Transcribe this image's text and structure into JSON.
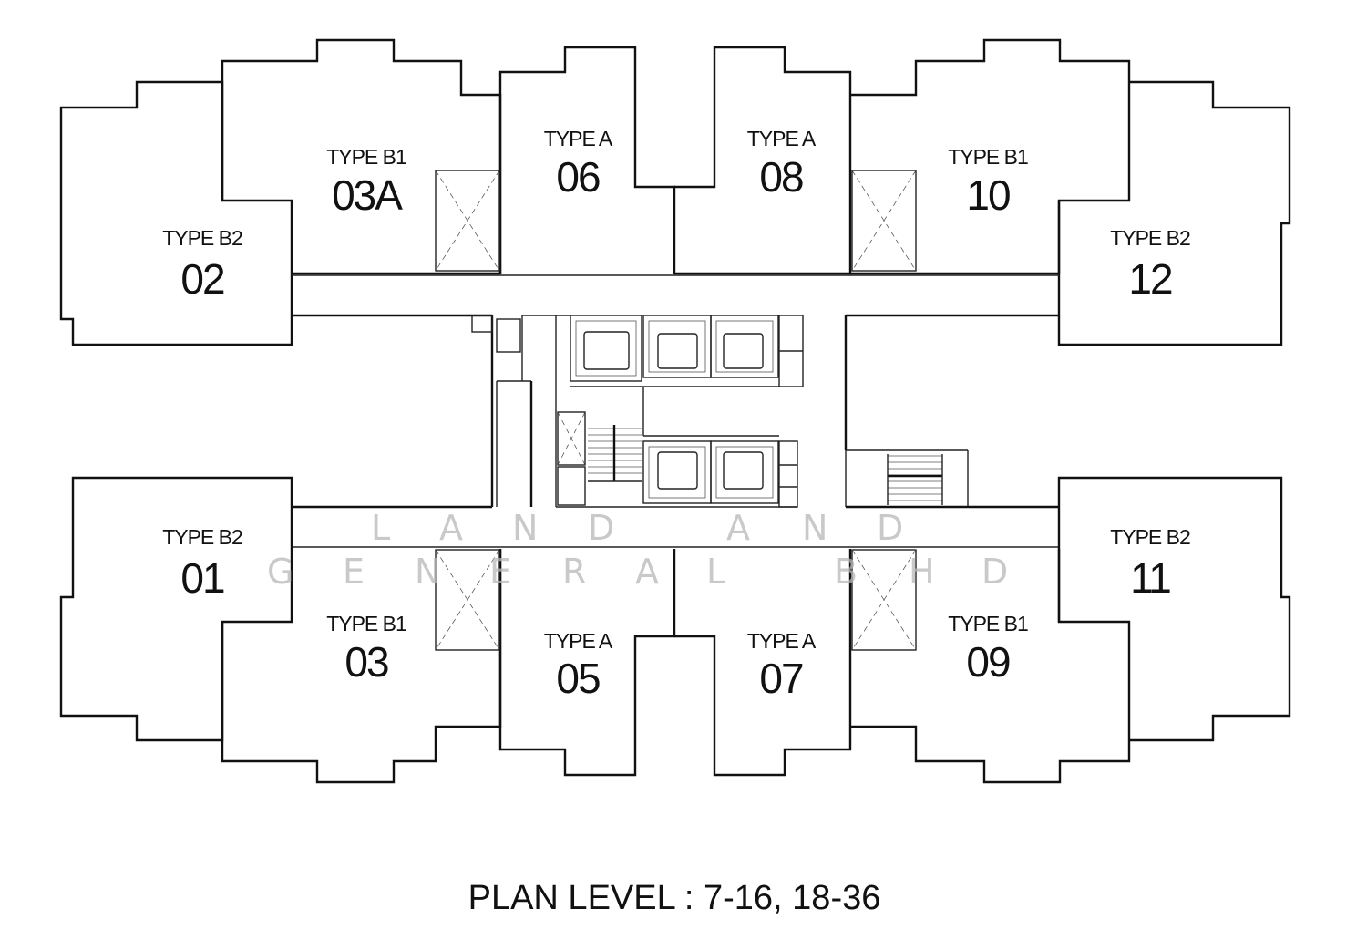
{
  "units": {
    "u02": {
      "type": "TYPE B2",
      "number": "02"
    },
    "u03a": {
      "type": "TYPE B1",
      "number": "03A"
    },
    "u06": {
      "type": "TYPE A",
      "number": "06"
    },
    "u08": {
      "type": "TYPE A",
      "number": "08"
    },
    "u10": {
      "type": "TYPE B1",
      "number": "10"
    },
    "u12": {
      "type": "TYPE B2",
      "number": "12"
    },
    "u01": {
      "type": "TYPE B2",
      "number": "01"
    },
    "u03": {
      "type": "TYPE B1",
      "number": "03"
    },
    "u05": {
      "type": "TYPE A",
      "number": "05"
    },
    "u07": {
      "type": "TYPE A",
      "number": "07"
    },
    "u09": {
      "type": "TYPE B1",
      "number": "09"
    },
    "u11": {
      "type": "TYPE B2",
      "number": "11"
    }
  },
  "watermark": {
    "line1": [
      "L",
      "A",
      "N",
      "D",
      "A",
      "N",
      "D"
    ],
    "line2": [
      "G",
      "E",
      "N",
      "E",
      "R",
      "A",
      "L",
      "B",
      "H",
      "D"
    ]
  },
  "caption": "PLAN LEVEL : 7-16, 18-36",
  "colors": {
    "line": "#111111",
    "watermark": "#b8b8b8",
    "background": "#ffffff"
  }
}
